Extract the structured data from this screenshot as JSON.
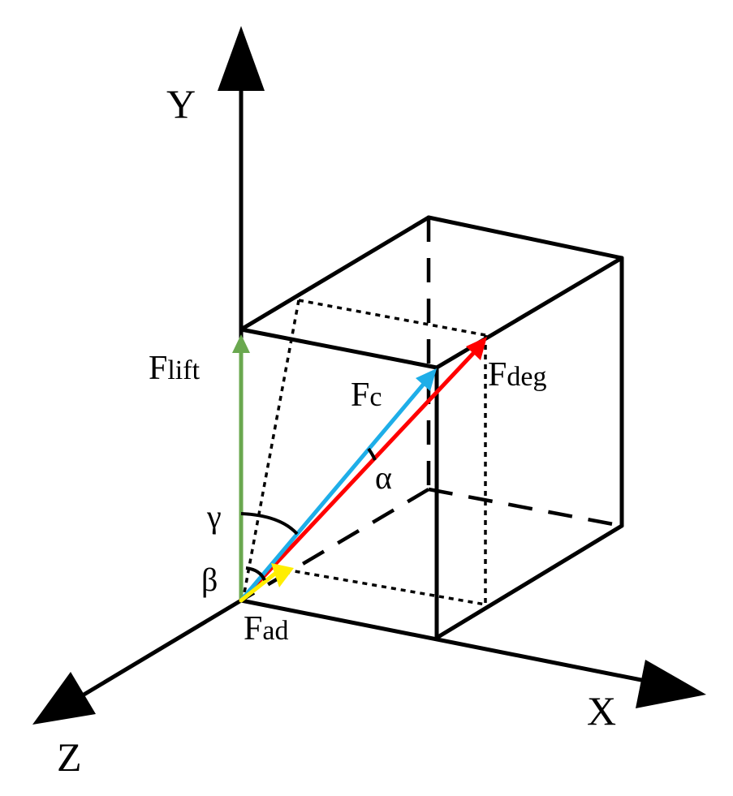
{
  "axes": {
    "x_label": "X",
    "y_label": "Y",
    "z_label": "Z"
  },
  "forces": {
    "lift": {
      "main": "F",
      "sub": "lift"
    },
    "c": {
      "main": "F",
      "sub": "c"
    },
    "deg": {
      "main": "F",
      "sub": "deg"
    },
    "ad": {
      "main": "F",
      "sub": "ad"
    }
  },
  "angles": {
    "alpha": "α",
    "beta": "β",
    "gamma": "γ"
  },
  "colors": {
    "lines": "#000000",
    "lift_vector": "#6aa84f",
    "c_vector": "#1eaee8",
    "deg_vector": "#ff0000",
    "ad_vector": "#ffee00"
  }
}
